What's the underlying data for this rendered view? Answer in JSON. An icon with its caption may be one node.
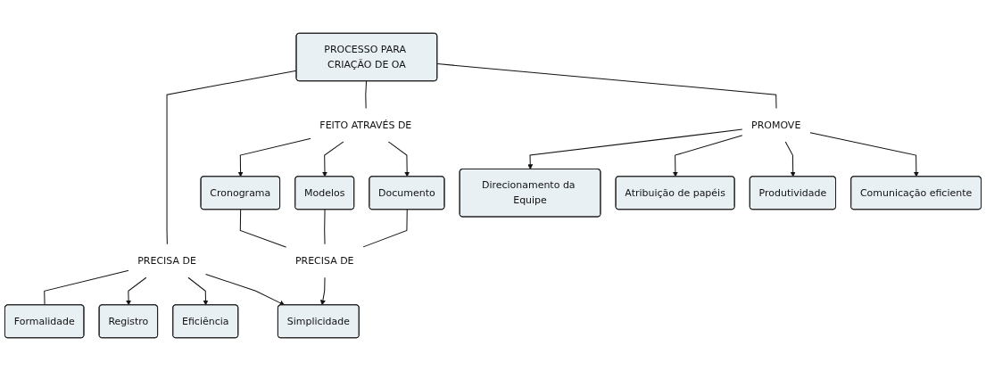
{
  "diagram": {
    "nodes": [
      {
        "text": [
          "PROCESSO PARA CRIAÇÃO DE OA"
        ]
      },
      {
        "text": [
          "PRECISA DE"
        ]
      },
      {
        "text": [
          "FEITO ATRAVÉS DE"
        ]
      },
      {
        "text": [
          "PROMOVE"
        ]
      },
      {
        "text": [
          "Formalidade"
        ]
      },
      {
        "text": [
          "Registro"
        ]
      },
      {
        "text": [
          "Eficiência"
        ]
      },
      {
        "text": [
          "Simplicidade"
        ]
      },
      {
        "text": [
          "Cronograma"
        ]
      },
      {
        "text": [
          "Modelos"
        ]
      },
      {
        "text": [
          "Documento"
        ]
      },
      {
        "text": [
          "Direcionamento da Equipe"
        ]
      },
      {
        "text": [
          "Atribuição de papéis"
        ]
      },
      {
        "text": [
          "Produtividade"
        ]
      },
      {
        "text": [
          "Comunicação eficiente"
        ]
      },
      {
        "text": [
          "PRECISA DE"
        ]
      }
    ],
    "edges": [
      {
        "from": 0,
        "to": 1,
        "arrow": "none"
      },
      {
        "from": 0,
        "to": 2,
        "arrow": "none"
      },
      {
        "from": 0,
        "to": 3,
        "arrow": "none"
      },
      {
        "from": 1,
        "to": 4,
        "arrow": "none"
      },
      {
        "from": 1,
        "to": 5,
        "arrow": "to"
      },
      {
        "from": 1,
        "to": 6,
        "arrow": "to"
      },
      {
        "from": 1,
        "to": 7,
        "arrow": "to"
      },
      {
        "from": 2,
        "to": 8,
        "arrow": "to"
      },
      {
        "from": 2,
        "to": 9,
        "arrow": "to"
      },
      {
        "from": 2,
        "to": 10,
        "arrow": "to"
      },
      {
        "from": 3,
        "to": 11,
        "arrow": "to"
      },
      {
        "from": 3,
        "to": 12,
        "arrow": "to"
      },
      {
        "from": 3,
        "to": 13,
        "arrow": "to"
      },
      {
        "from": 3,
        "to": 14,
        "arrow": "to"
      },
      {
        "from": 8,
        "to": 15,
        "arrow": "none"
      },
      {
        "from": 9,
        "to": 15,
        "arrow": "none"
      },
      {
        "from": 10,
        "to": 15,
        "arrow": "none"
      },
      {
        "from": 15,
        "to": 7,
        "arrow": "to"
      }
    ]
  }
}
